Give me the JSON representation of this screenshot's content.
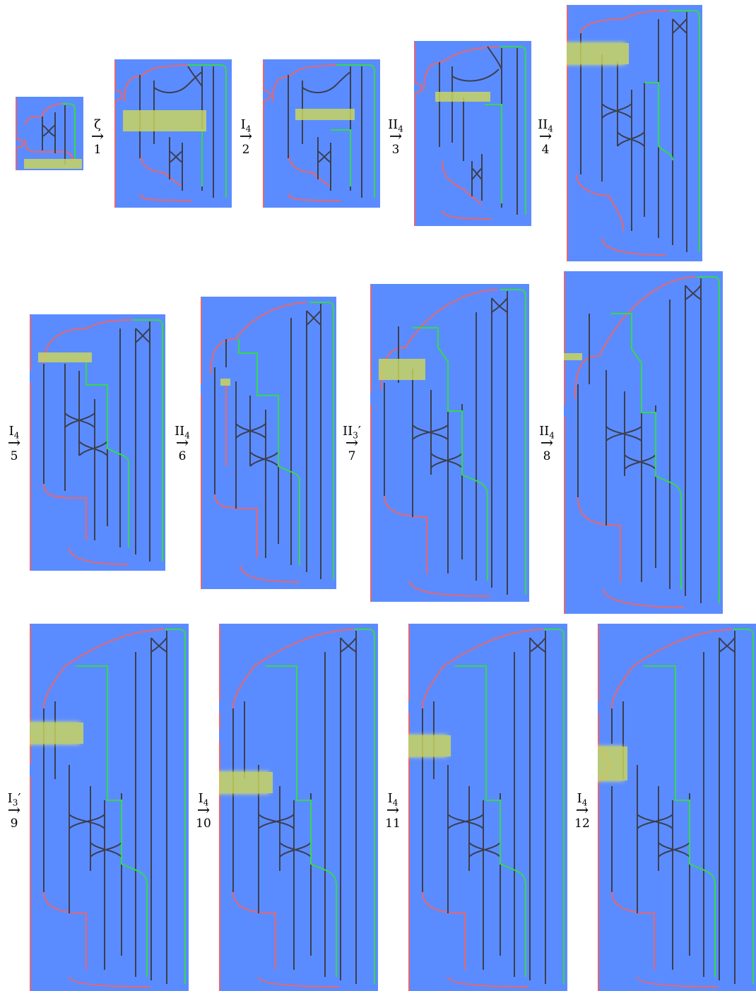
{
  "colors": {
    "background": "#5b8cff",
    "strand_dark": "#3b3f4f",
    "strand_red": "#e8666e",
    "strand_green": "#35d84e",
    "highlight": "#cdd75a"
  },
  "arrows": [
    {
      "op": "ζ",
      "sub": "",
      "prime": "",
      "step": "1"
    },
    {
      "op": "I",
      "sub": "4",
      "prime": "",
      "step": "2"
    },
    {
      "op": "II",
      "sub": "4",
      "prime": "",
      "step": "3"
    },
    {
      "op": "II",
      "sub": "4",
      "prime": "",
      "step": "4"
    },
    {
      "op": "I",
      "sub": "4",
      "prime": "",
      "step": "5"
    },
    {
      "op": "II",
      "sub": "4",
      "prime": "",
      "step": "6"
    },
    {
      "op": "II",
      "sub": "3",
      "prime": "′",
      "step": "7"
    },
    {
      "op": "II",
      "sub": "4",
      "prime": "",
      "step": "8"
    },
    {
      "op": "I",
      "sub": "3",
      "prime": "′",
      "step": "9"
    },
    {
      "op": "I",
      "sub": "4",
      "prime": "",
      "step": "10"
    },
    {
      "op": "I",
      "sub": "4",
      "prime": "",
      "step": "11"
    },
    {
      "op": "I",
      "sub": "4",
      "prime": "",
      "step": "12"
    }
  ]
}
